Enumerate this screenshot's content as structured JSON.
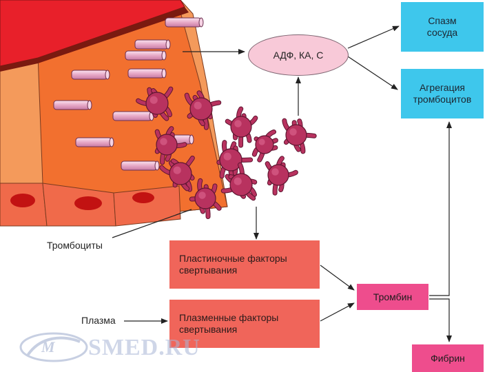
{
  "boxes": {
    "spasm": "Спазм\nсосуда",
    "aggregation": "Агрегация\nтромбоцитов",
    "adf": "АДФ, КА, С",
    "plate_factors": "Пластиночные факторы\nсвертывания",
    "plasma_factors": "Плазменные факторы\nсвертывания",
    "thrombin": "Тромбин",
    "fibrin": "Фибрин"
  },
  "labels": {
    "platelets": "Тромбоциты",
    "plasma": "Плазма"
  },
  "watermark": {
    "text": "SMED.RU"
  },
  "colors": {
    "cyan_box": "#3ec7ec",
    "salmon_box": "#f0655a",
    "pink_box": "#ee4d8d",
    "ellipse": "#f8c9d8",
    "vessel_red": "#e8202a",
    "vessel_orange": "#f2702f",
    "platelet": "#b8325f"
  },
  "icons": {
    "platelet": "platelet-icon",
    "granule": "granule-capsule-icon",
    "logo": "smed-logo-icon"
  }
}
